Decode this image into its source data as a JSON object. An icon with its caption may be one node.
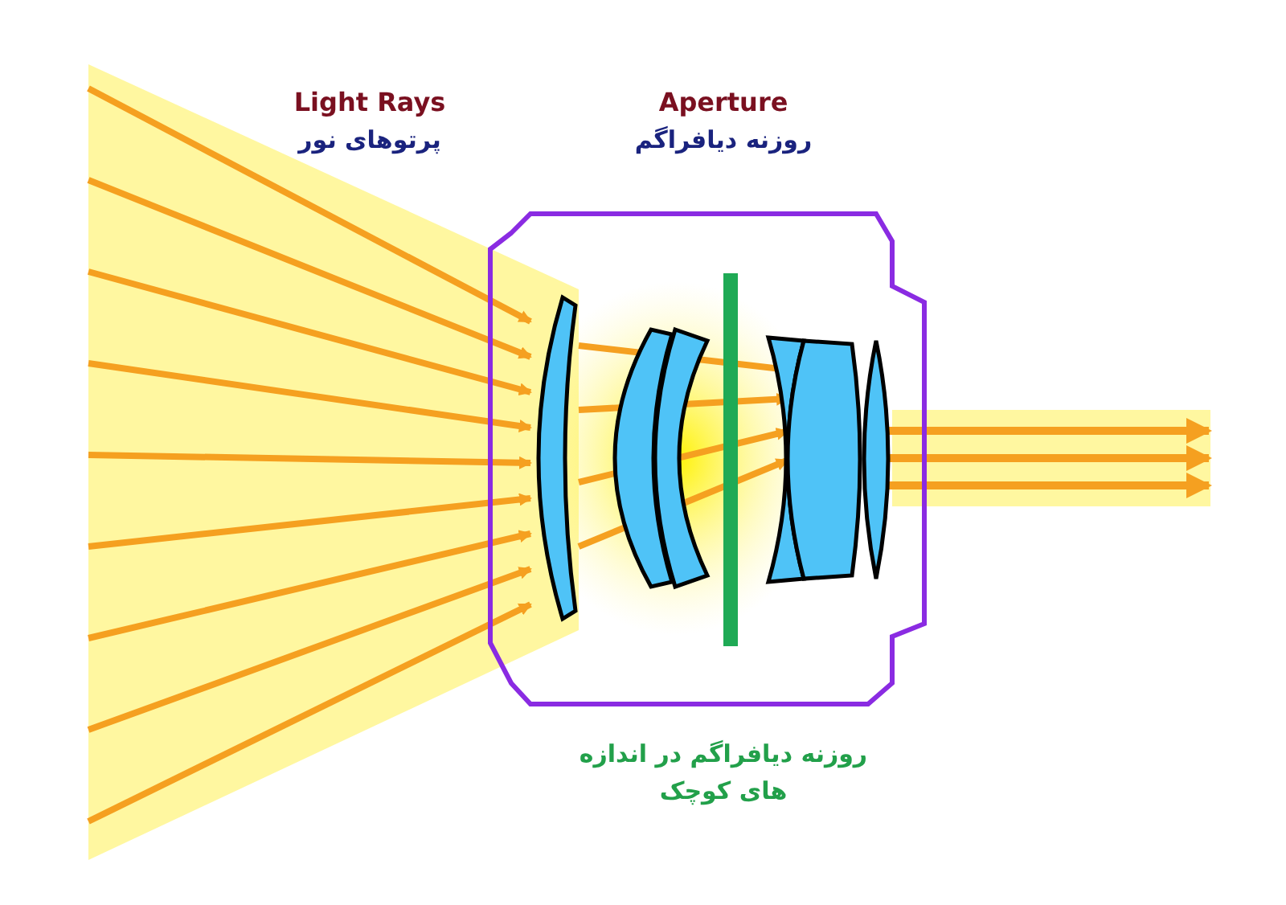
{
  "diagram": {
    "labels": [
      "Light Rays",
      "پرتوهای نور",
      "Aperture",
      "روزنه دیافراگم",
      "روزنه دیافراگم در اندازه های کوچک"
    ]
  }
}
